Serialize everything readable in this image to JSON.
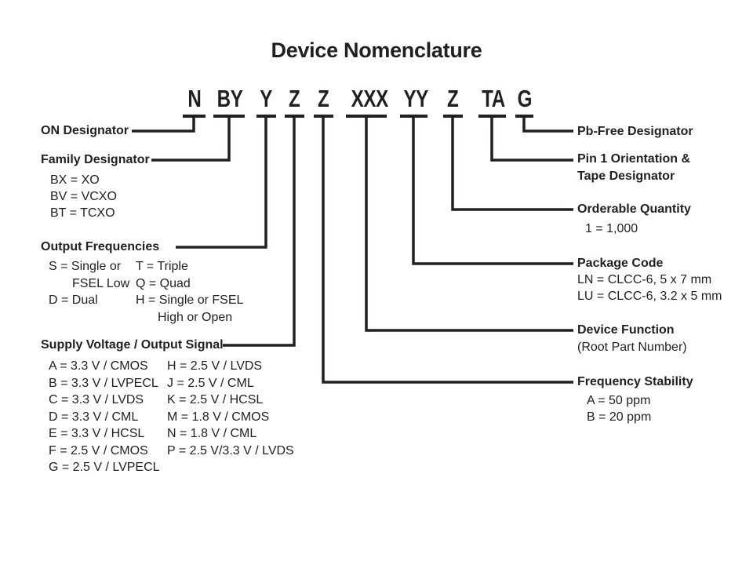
{
  "title": "Device Nomenclature",
  "colors": {
    "ink": "#231f20",
    "background": "#ffffff"
  },
  "part_number": {
    "segments": [
      "N",
      "BY",
      "Y",
      "Z",
      "Z",
      "XXX",
      "YY",
      "Z",
      "TA",
      "G"
    ]
  },
  "left": {
    "on_designator": {
      "label": "ON Designator"
    },
    "family": {
      "label": "Family Designator",
      "items": [
        "BX = XO",
        "BV = VCXO",
        "BT = TCXO"
      ]
    },
    "output_freq": {
      "label": "Output Frequencies",
      "col1": [
        "S = Single or",
        "FSEL Low",
        "D = Dual"
      ],
      "col2": [
        "T = Triple",
        "Q = Quad",
        "H = Single or FSEL",
        "High or Open"
      ]
    },
    "supply": {
      "label": "Supply Voltage / Output Signal",
      "col1": [
        "A = 3.3 V / CMOS",
        "B = 3.3 V / LVPECL",
        "C = 3.3 V / LVDS",
        "D = 3.3 V / CML",
        "E = 3.3 V / HCSL",
        "F = 2.5 V / CMOS",
        "G = 2.5 V / LVPECL"
      ],
      "col2": [
        "H = 2.5 V / LVDS",
        "J = 2.5 V / CML",
        "K = 2.5 V / HCSL",
        "M = 1.8 V / CMOS",
        "N = 1.8 V / CML",
        "P = 2.5 V/3.3 V / LVDS"
      ]
    }
  },
  "right": {
    "pb_free": {
      "label": "Pb-Free Designator"
    },
    "pin1_tape": {
      "label_line1": "Pin 1 Orientation &",
      "label_line2": "Tape Designator"
    },
    "quantity": {
      "label": "Orderable Quantity",
      "items": [
        "1 = 1,000"
      ]
    },
    "package": {
      "label": "Package Code",
      "items": [
        "LN = CLCC-6, 5 x 7 mm",
        "LU = CLCC-6, 3.2 x 5 mm"
      ]
    },
    "device_function": {
      "label": "Device Function",
      "sub": "(Root Part Number)"
    },
    "freq_stability": {
      "label": "Frequency Stability",
      "items": [
        "A = 50 ppm",
        "B = 20 ppm"
      ]
    }
  }
}
